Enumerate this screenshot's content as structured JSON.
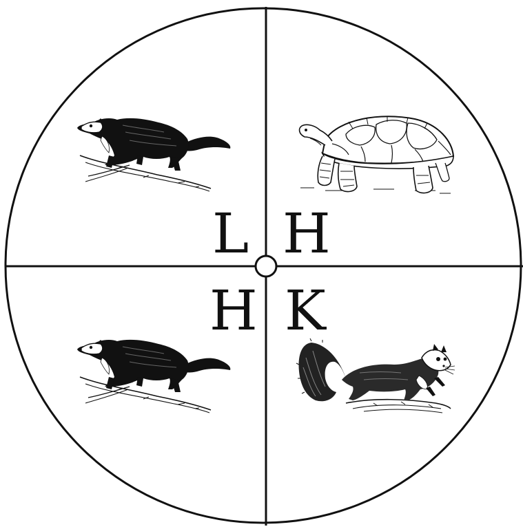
{
  "diagram": {
    "quadrants": [
      {
        "position": "top-left",
        "letter": "L",
        "animal": "fisher-marten"
      },
      {
        "position": "top-right",
        "letter": "H",
        "animal": "tortoise"
      },
      {
        "position": "bottom-left",
        "letter": "H",
        "animal": "fisher-marten"
      },
      {
        "position": "bottom-right",
        "letter": "K",
        "animal": "squirrel"
      }
    ],
    "colors": {
      "ink": "#111111",
      "background": "#ffffff"
    }
  }
}
